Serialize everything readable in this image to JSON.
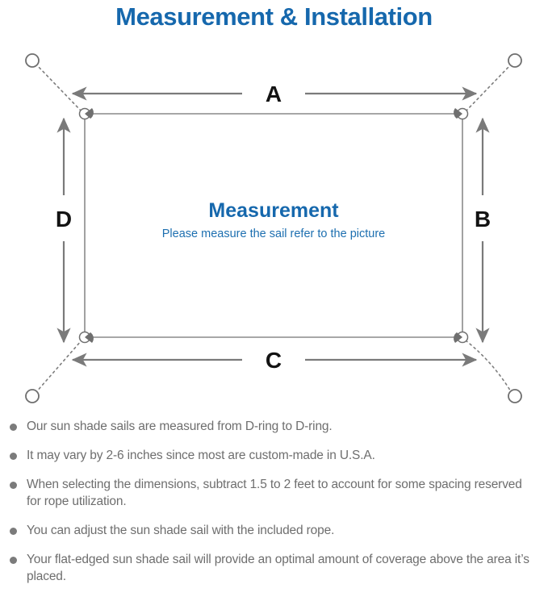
{
  "page": {
    "title": "Measurement & Installation",
    "title_color": "#1668ad",
    "background": "#ffffff"
  },
  "diagram": {
    "name": "sun-shade-sail-measurement-diagram",
    "center_title": "Measurement",
    "center_subtitle": "Please measure the sail refer to the picture",
    "center_title_color": "#1668ad",
    "line_color": "#6f6f6f",
    "sail_edge_color": "#8a8a8a",
    "dimension_labels": {
      "top": "A",
      "right": "B",
      "bottom": "C",
      "left": "D"
    },
    "anchor_points": [
      {
        "name": "anchor-top-left",
        "label": ""
      },
      {
        "name": "anchor-top-right",
        "label": ""
      },
      {
        "name": "anchor-bottom-left",
        "label": ""
      },
      {
        "name": "anchor-bottom-right",
        "label": ""
      }
    ],
    "d_rings": [
      {
        "name": "d-ring-top-left"
      },
      {
        "name": "d-ring-top-right"
      },
      {
        "name": "d-ring-bottom-left"
      },
      {
        "name": "d-ring-bottom-right"
      }
    ]
  },
  "notes": {
    "bullet_color": "#7b7b7b",
    "text_color": "#6e6e6e",
    "items": [
      "Our sun shade sails are measured from D-ring to D-ring.",
      "It may vary by 2-6 inches since most are custom-made in U.S.A.",
      "When selecting the dimensions, subtract 1.5 to 2 feet to account for some spacing reserved for rope utilization.",
      "You can adjust the sun shade sail with the included rope.",
      "Your flat-edged sun shade sail will provide an optimal amount of coverage above the area it’s placed."
    ]
  }
}
